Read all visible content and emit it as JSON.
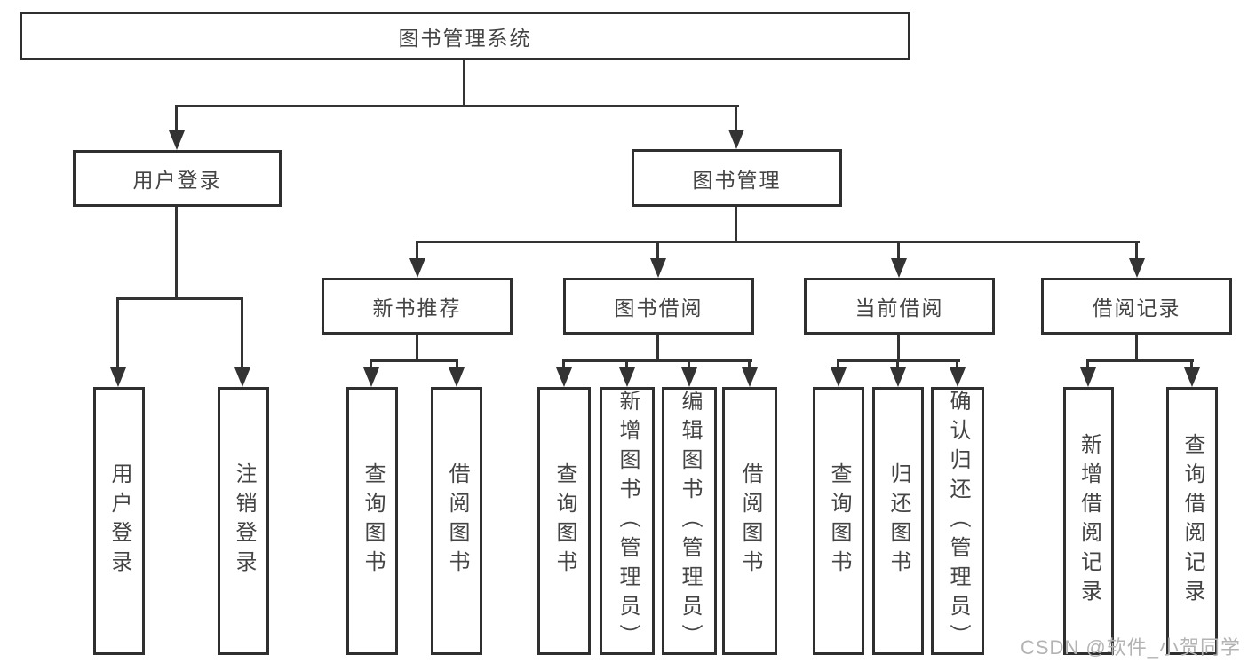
{
  "diagram": {
    "type": "hierarchy-flowchart",
    "nodes": {
      "root": {
        "label": "图书管理系统"
      },
      "user_login": {
        "label": "用户登录"
      },
      "book_management": {
        "label": "图书管理"
      },
      "new_book_recommend": {
        "label": "新书推荐"
      },
      "book_borrowing": {
        "label": "图书借阅"
      },
      "current_borrowing": {
        "label": "当前借阅"
      },
      "borrowing_records": {
        "label": "借阅记录"
      },
      "leaves": {
        "user_login": {
          "label": "用户登录"
        },
        "logout": {
          "label": "注销登录"
        },
        "query_book_recommend": {
          "label": "查询图书"
        },
        "borrow_book_recommend": {
          "label": "借阅图书"
        },
        "query_book_borrowing": {
          "label": "查询图书"
        },
        "add_book_admin": {
          "label": "新增图书（管理员）"
        },
        "edit_book_admin": {
          "label": "编辑图书（管理员）"
        },
        "borrow_book_borrowing": {
          "label": "借阅图书"
        },
        "query_book_current": {
          "label": "查询图书"
        },
        "return_book": {
          "label": "归还图书"
        },
        "confirm_return_admin": {
          "label": "确认归还（管理员）"
        },
        "add_borrow_record": {
          "label": "新增借阅记录"
        },
        "query_borrow_record": {
          "label": "查询借阅记录"
        }
      }
    },
    "colors": {
      "line": "#333333",
      "box_border": "#2f2f2f",
      "text": "#444444",
      "watermark": "#b3b3b3",
      "background": "#ffffff"
    }
  },
  "watermark": {
    "text": "CSDN @软件_小贺同学"
  }
}
